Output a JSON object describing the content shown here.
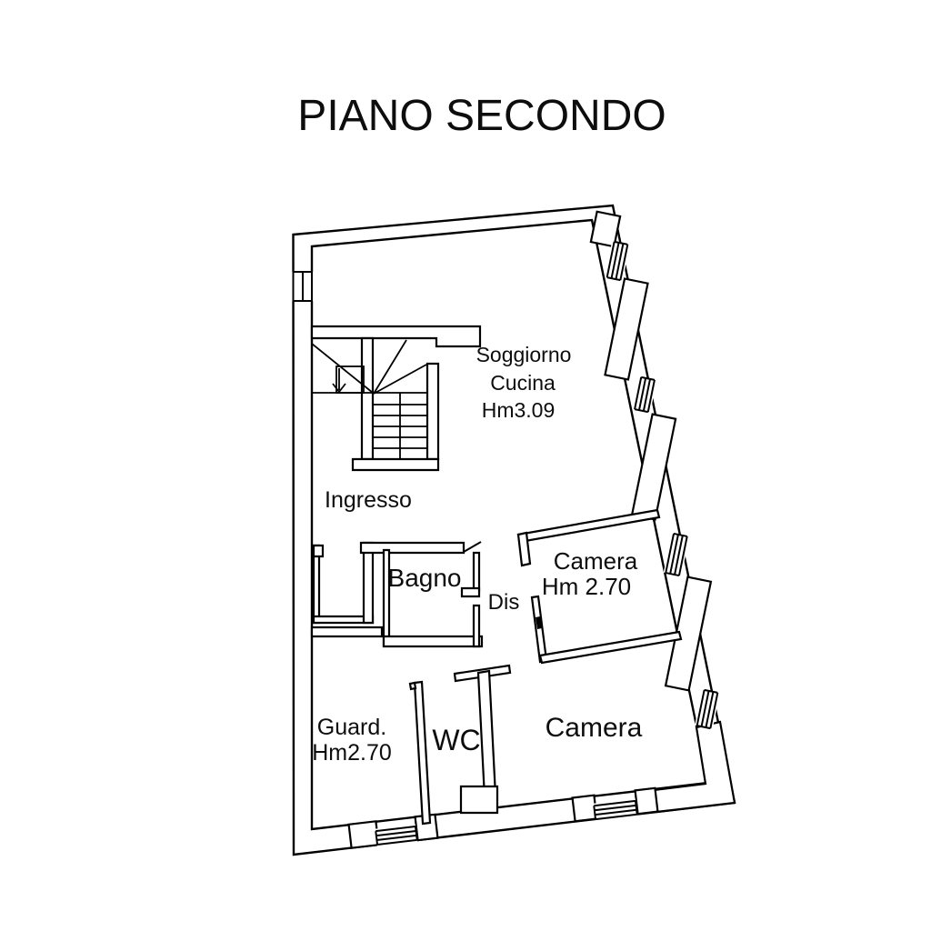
{
  "page": {
    "title": "PIANO SECONDO"
  },
  "colors": {
    "line": "#000000",
    "background": "#ffffff",
    "text": "#0d0d0d"
  },
  "rooms": {
    "soggiorno_cucina": {
      "name_line1": "Soggiorno",
      "name_line2": "Cucina",
      "height_label": "Hm3.09"
    },
    "ingresso": {
      "name": "Ingresso"
    },
    "bagno": {
      "name": "Bagno"
    },
    "disimpegno": {
      "name": "Dis"
    },
    "camera_1": {
      "name": "Camera",
      "height_label": "Hm 2.70"
    },
    "guardaroba": {
      "name": "Guard.",
      "height_label": "Hm2.70"
    },
    "wc": {
      "name": "WC"
    },
    "camera_2": {
      "name": "Camera"
    }
  }
}
